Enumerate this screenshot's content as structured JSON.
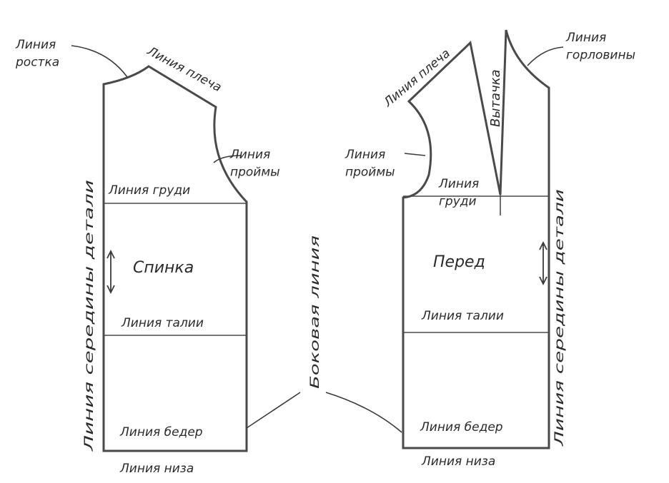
{
  "back": {
    "neck_line": "Линия\nростка",
    "shoulder_line": "Линия плеча",
    "armhole_line": "Линия\nпроймы",
    "chest_line": "Линия груди",
    "piece_name": "Спинка",
    "waist_line": "Линия талии",
    "hip_line": "Линия бедер",
    "hem_line": "Линия низа",
    "center_line": "Линия середины детали"
  },
  "side_line": "Боковая линия",
  "front": {
    "shoulder_line": "Линия плеча",
    "dart": "Вытачка",
    "neck_line": "Линия\nгорловины",
    "armhole_line": "Линия\nпроймы",
    "chest_line": "Линия\nгруди",
    "piece_name": "Перед",
    "waist_line": "Линия талии",
    "hip_line": "Линия бедер",
    "hem_line": "Линия низа",
    "center_line": "Линия середины детали"
  }
}
